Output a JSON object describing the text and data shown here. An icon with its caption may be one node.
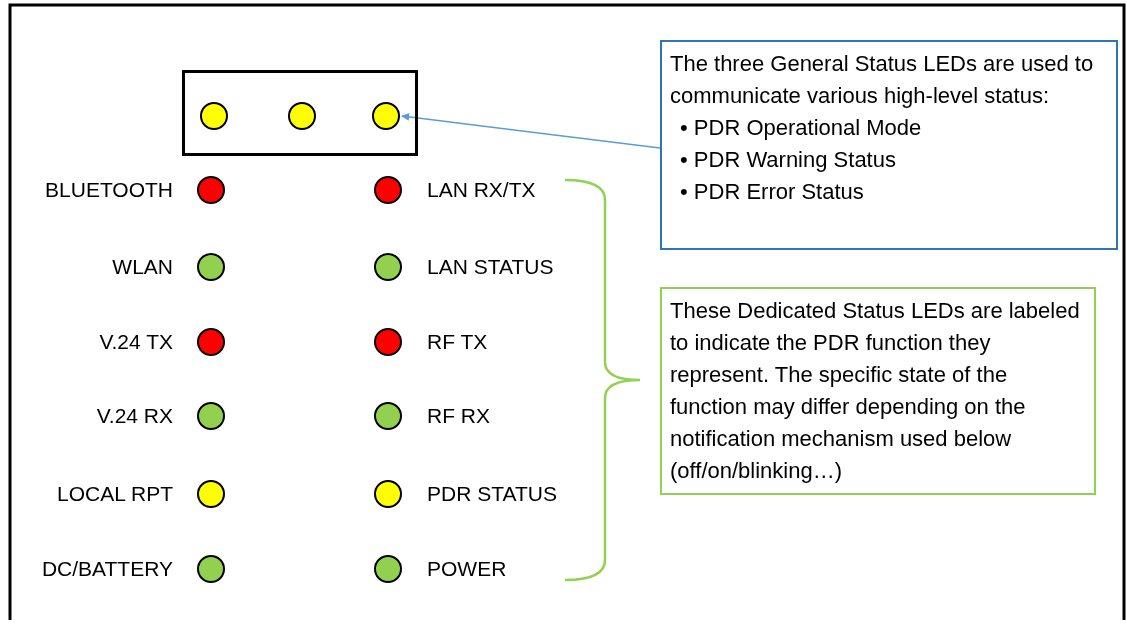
{
  "diagram": {
    "nodes": [
      {
        "text": [],
        "shape": "box"
      },
      {
        "text": [],
        "shape": "circle",
        "in": 0
      },
      {
        "text": [],
        "shape": "circle",
        "in": 0
      },
      {
        "text": [],
        "shape": "circle",
        "in": 0
      },
      {
        "text": [
          "The three General Status LEDs are used to communicate various high-level status:",
          "• PDR Operational Mode",
          "• PDR Warning Status",
          "• PDR Error Status"
        ]
      },
      {
        "text": [],
        "shape": "circle",
        "beside": [
          "BLUETOOTH"
        ]
      },
      {
        "text": [],
        "shape": "circle",
        "beside": [
          "LAN RX/TX"
        ]
      },
      {
        "text": [],
        "shape": "circle",
        "beside": [
          "WLAN"
        ]
      },
      {
        "text": [],
        "shape": "circle",
        "beside": [
          "LAN STATUS"
        ]
      },
      {
        "text": [],
        "shape": "circle",
        "beside": [
          "V.24 TX"
        ]
      },
      {
        "text": [],
        "shape": "circle",
        "beside": [
          "RF TX"
        ]
      },
      {
        "text": [],
        "shape": "circle",
        "beside": [
          "V.24 RX"
        ]
      },
      {
        "text": [],
        "shape": "circle",
        "beside": [
          "RF RX"
        ]
      },
      {
        "text": [],
        "shape": "circle",
        "beside": [
          "LOCAL RPT"
        ]
      },
      {
        "text": [],
        "shape": "circle",
        "beside": [
          "PDR STATUS"
        ]
      },
      {
        "text": [],
        "shape": "circle",
        "beside": [
          "DC/BATTERY"
        ]
      },
      {
        "text": [],
        "shape": "circle",
        "beside": [
          "POWER"
        ]
      },
      {
        "text": [
          "These Dedicated Status LEDs are labeled to indicate the PDR function they represent.  The specific state of the function may differ depending on the notification mechanism used below (off/on/blinking…)"
        ]
      }
    ],
    "edges": [
      {
        "from": 4,
        "to": 3,
        "arrow": "to",
        "color": "#5b9bd5"
      }
    ]
  }
}
